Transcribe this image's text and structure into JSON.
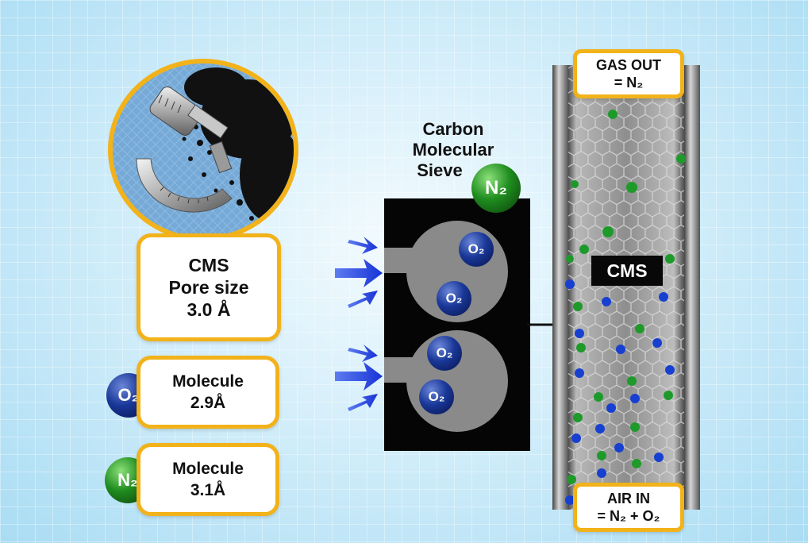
{
  "labels": {
    "sieve_title_line1": "Carbon",
    "sieve_title_line2": "Molecular",
    "sieve_title_line3": "Sieve",
    "pore_line1": "CMS",
    "pore_line2": "Pore size",
    "pore_line3": "3.0 Å",
    "o2_molecule_line1": "Molecule",
    "o2_molecule_line2": "2.9Å",
    "n2_molecule_line1": "Molecule",
    "n2_molecule_line2": "3.1Å",
    "gas_out_line1": "GAS OUT",
    "gas_out_line2": "= N₂",
    "air_in_line1": "AIR IN",
    "air_in_line2": "= N₂ + O₂",
    "cms_column_label": "CMS"
  },
  "molecules": {
    "o2": "O₂",
    "n2": "N₂"
  },
  "colors": {
    "accent_yellow": "#f2b21a",
    "o2_blue": "#1a3899",
    "n2_green": "#1f8d1f",
    "arrow_blue": "#1733d6",
    "sieve_black": "#050505"
  },
  "icons": {
    "lens": "micrometer-and-carbon-pellets-icon",
    "arrows": "flow-arrow-icon"
  }
}
